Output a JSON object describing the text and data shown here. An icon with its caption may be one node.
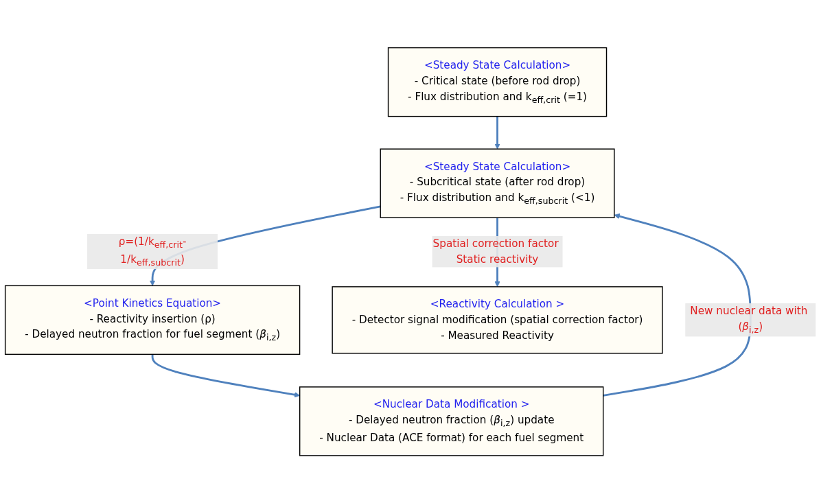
{
  "diagram": {
    "nodes": [
      {
        "text": [
          "<Steady State Calculation>",
          "- Critical state (before rod drop)",
          "- Flux distribution and k$_{eff,crit}$ (=1)"
        ]
      },
      {
        "text": [
          "<Steady State Calculation>",
          "- Subcritical state (after rod drop)",
          "- Flux distribution and k$_{eff,subcrit}$ (<1)"
        ]
      },
      {
        "text": [
          "<Point Kinetics Equation>",
          "- Reactivity insertion (ρ)",
          "- Delayed neutron fraction for fuel segment (*β*$_{i,z}$)"
        ]
      },
      {
        "text": [
          "<Nuclear Data Modification >",
          "- Delayed neutron fraction (*β*$_{i,z}$) update",
          "- Nuclear Data (ACE format) for each fuel segment"
        ]
      },
      {
        "text": [
          "<Reactivity Calculation >",
          "- Detector signal modification (spatial correction factor)",
          "- Measured Reactivity"
        ]
      }
    ],
    "edges": [
      {
        "from": 0,
        "to": 1,
        "arrow": "to"
      },
      {
        "from": 1,
        "to": 2,
        "arrow": "to",
        "label": "ρ=(1/k$_{eff,crit}$-1/k$_{eff,subcrit}$)"
      },
      {
        "from": 2,
        "to": 3,
        "arrow": "to"
      },
      {
        "from": 3,
        "to": 1,
        "arrow": "to",
        "label": "New nuclear data with (*β*$_{i,z}$)"
      },
      {
        "from": 1,
        "to": 4,
        "arrow": "to",
        "label": "Spatial correction factor Static reactivity"
      }
    ]
  }
}
